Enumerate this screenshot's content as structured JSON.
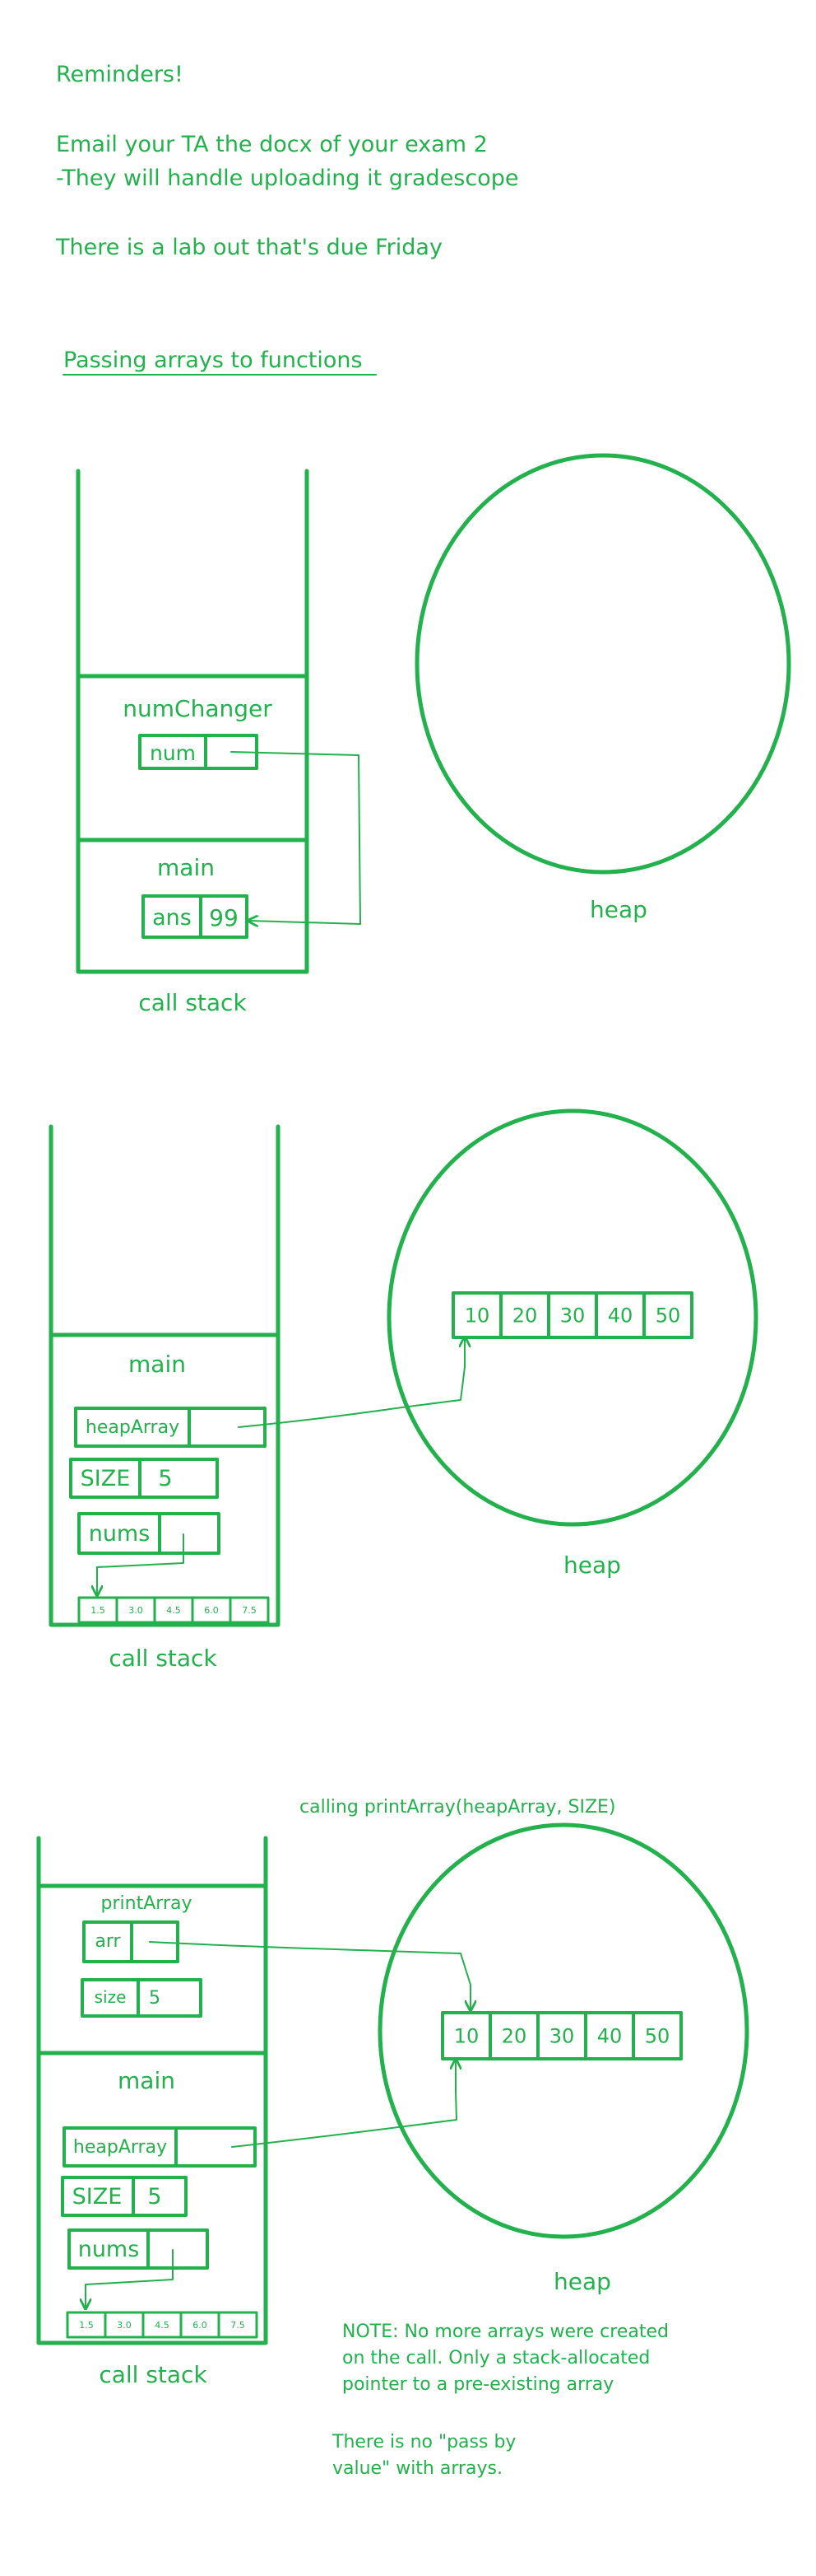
{
  "reminders": {
    "title": "Reminders!",
    "line1": "Email your TA the docx of your exam 2",
    "line2": "-They will handle uploading it gradescope",
    "line3": "There is a lab out that's due Friday"
  },
  "section_title": "Passing arrays to functions",
  "diagram1": {
    "frame_top": "numChanger",
    "frame_top_var": "num",
    "frame_bottom": "main",
    "frame_bottom_var": "ans",
    "frame_bottom_value": "99",
    "stack_label": "call stack",
    "heap_label": "heap"
  },
  "diagram2": {
    "frame": "main",
    "var_heap": "heapArray",
    "var_size": "SIZE",
    "var_size_value": "5",
    "var_nums": "nums",
    "stack_array": [
      "1.5",
      "3.0",
      "4.5",
      "6.0",
      "7.5"
    ],
    "heap_array": [
      "10",
      "20",
      "30",
      "40",
      "50"
    ],
    "stack_label": "call stack",
    "heap_label": "heap"
  },
  "diagram3": {
    "call_caption": "calling printArray(heapArray, SIZE)",
    "frame_top": "printArray",
    "var_arr": "arr",
    "var_size_small": "size",
    "var_size_small_value": "5",
    "frame_bottom": "main",
    "var_heap": "heapArray",
    "var_size": "SIZE",
    "var_size_value": "5",
    "var_nums": "nums",
    "stack_array": [
      "1.5",
      "3.0",
      "4.5",
      "6.0",
      "7.5"
    ],
    "heap_array": [
      "10",
      "20",
      "30",
      "40",
      "50"
    ],
    "stack_label": "call stack",
    "heap_label": "heap",
    "note_lines": [
      "NOTE: No more arrays were created",
      "on the call. Only a stack-allocated",
      "pointer to a pre-existing array"
    ],
    "note2_lines": [
      "There is no \"pass by",
      "value\" with arrays."
    ]
  },
  "colors": {
    "ink": "#22b14c"
  }
}
